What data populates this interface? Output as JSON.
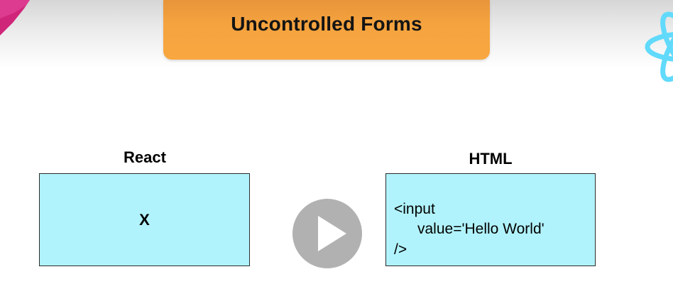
{
  "slide": {
    "title": "Uncontrolled Forms"
  },
  "react_panel": {
    "heading": "React",
    "content": "X"
  },
  "html_panel": {
    "heading": "HTML",
    "code_lines": [
      "<input",
      "value='Hello World'",
      "/>"
    ]
  },
  "player": {
    "play_icon": "play-icon"
  },
  "colors": {
    "banner": "#f9a740",
    "panel_fill": "#b1f3fc",
    "panel_border": "#2b2b2b",
    "play_button": "#a0a0a0",
    "corner_accent": "#d0267a",
    "react_logo": "#61dafb"
  }
}
